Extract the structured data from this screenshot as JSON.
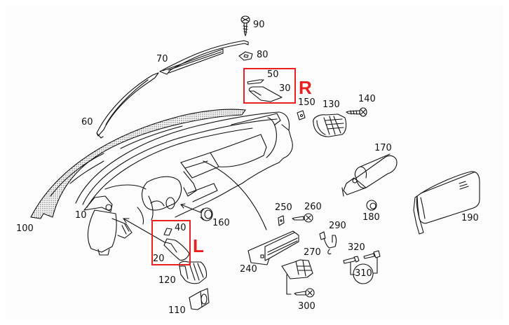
{
  "diagram": {
    "title": "Dashboard / instrument panel exploded parts diagram",
    "highlight_color": "#e8201f",
    "line_color": "#111111",
    "part_labels": [
      {
        "id": "p90",
        "text": "90"
      },
      {
        "id": "p80",
        "text": "80"
      },
      {
        "id": "p70",
        "text": "70"
      },
      {
        "id": "p60",
        "text": "60"
      },
      {
        "id": "p50",
        "text": "50"
      },
      {
        "id": "p30",
        "text": "30"
      },
      {
        "id": "p150",
        "text": "150"
      },
      {
        "id": "p130",
        "text": "130"
      },
      {
        "id": "p140",
        "text": "140"
      },
      {
        "id": "p170",
        "text": "170"
      },
      {
        "id": "p180",
        "text": "180"
      },
      {
        "id": "p190",
        "text": "190"
      },
      {
        "id": "p10",
        "text": "10"
      },
      {
        "id": "p100",
        "text": "100"
      },
      {
        "id": "p160",
        "text": "160"
      },
      {
        "id": "p40",
        "text": "40"
      },
      {
        "id": "p20",
        "text": "20"
      },
      {
        "id": "p120",
        "text": "120"
      },
      {
        "id": "p110",
        "text": "110"
      },
      {
        "id": "p250",
        "text": "250"
      },
      {
        "id": "p260",
        "text": "260"
      },
      {
        "id": "p290",
        "text": "290"
      },
      {
        "id": "p240",
        "text": "240"
      },
      {
        "id": "p270",
        "text": "270"
      },
      {
        "id": "p320",
        "text": "320"
      },
      {
        "id": "p310",
        "text": "310"
      },
      {
        "id": "p300",
        "text": "300"
      }
    ],
    "highlights": [
      {
        "id": "right",
        "marker": "R",
        "parts": [
          "50",
          "30"
        ]
      },
      {
        "id": "left",
        "marker": "L",
        "parts": [
          "40",
          "20"
        ]
      }
    ]
  }
}
